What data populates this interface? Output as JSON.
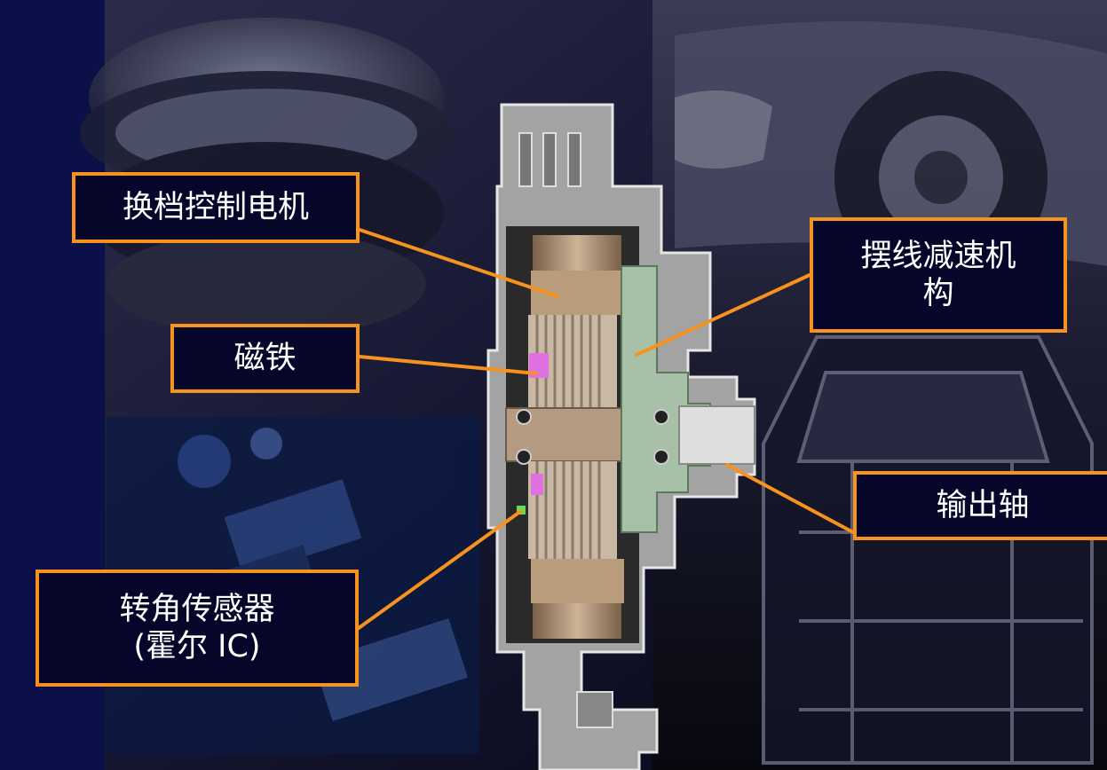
{
  "labels": {
    "motor": "换档控制电机",
    "magnet": "磁铁",
    "reducer": "摆线减速机\n构",
    "shaft": "输出轴",
    "sensor": "转角传感器\n(霍尔 IC)"
  },
  "colors": {
    "background": "#0b1048",
    "accent": "#f7921e",
    "housing": "#9a9a9a",
    "stator": "#b89c7c",
    "reducer": "#a8c0a8",
    "magnet": "#e070e0"
  }
}
